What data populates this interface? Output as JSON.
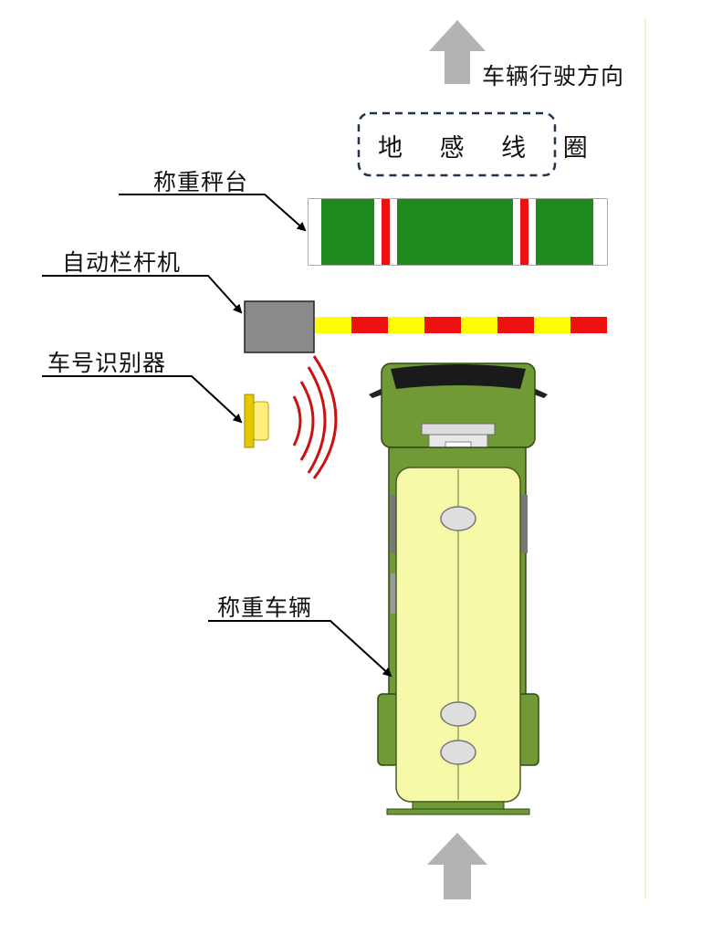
{
  "labels": {
    "direction": "车辆行驶方向",
    "loop_coil": "地 感 线 圈",
    "weigh_platform": "称重秤台",
    "barrier": "自动栏杆机",
    "plate_reader": "车号识别器",
    "vehicle": "称重车辆"
  },
  "colors": {
    "platform_green": "#1e8a1e",
    "coil_red": "#ee1111",
    "barrier_yellow": "#ffff00",
    "barrier_red": "#ee1111",
    "cab_green": "#6f9a35",
    "tank_yellow": "#f6f9a8",
    "arrow_grey": "#b3b3b3",
    "signal_red": "#cc1111",
    "box_grey": "#8a8a8a"
  },
  "icons": [
    "up-arrow-icon",
    "signal-wave-icon"
  ]
}
